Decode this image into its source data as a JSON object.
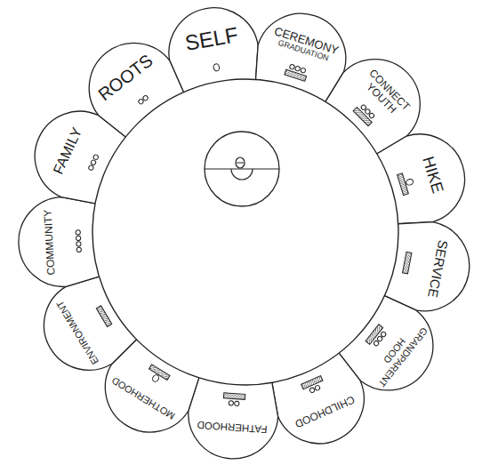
{
  "diagram": {
    "nodes": [
      {
        "text": [
          "SELF"
        ]
      },
      {
        "text": [
          "CEREMONY",
          "GRADUATION"
        ]
      },
      {
        "text": [
          "CONNECT YOUTH"
        ]
      },
      {
        "text": [
          "HIKE"
        ]
      },
      {
        "text": [
          "SERVICE"
        ]
      },
      {
        "text": [
          "GRANDPARENT HOOD"
        ]
      },
      {
        "text": [
          "CHILDHOOD"
        ]
      },
      {
        "text": [
          "FATHERHOOD"
        ]
      },
      {
        "text": [
          "MOTHERHOOD"
        ]
      },
      {
        "text": [
          "ENVIRONMENT"
        ]
      },
      {
        "text": [
          "COMMUNITY"
        ]
      },
      {
        "text": [
          "FAMILY"
        ]
      },
      {
        "text": [
          "ROOTS"
        ]
      }
    ]
  }
}
